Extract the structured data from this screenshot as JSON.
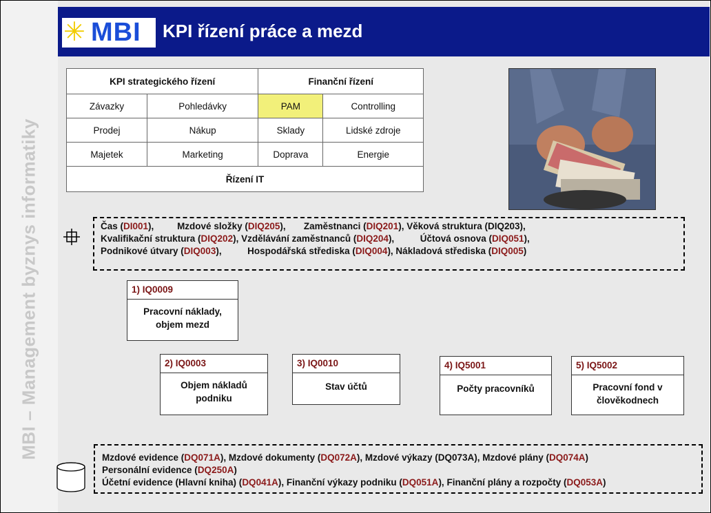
{
  "sidebar_text": "MBI – Management byznys informatiky",
  "header": {
    "logo_text": "MBI",
    "title": "KPI řízení práce a mezd"
  },
  "kpi_table": {
    "strategic": "KPI strategického řízení",
    "financial": "Finanční řízení",
    "row2": [
      "Závazky",
      "Pohledávky",
      "PAM",
      "Controlling"
    ],
    "row3": [
      "Prodej",
      "Nákup",
      "Sklady",
      "Lidské zdroje"
    ],
    "row4": [
      "Majetek",
      "Marketing",
      "Doprava",
      "Energie"
    ],
    "it": "Řízení IT"
  },
  "dimensions": {
    "line1": [
      {
        "text": "Čas (",
        "code": "DI001",
        "after": "),"
      },
      {
        "text": "Mzdové složky (",
        "code": "DIQ205",
        "after": "),"
      },
      {
        "text": "Zaměstnanci (",
        "code": "DIQ201",
        "after": "), Věková struktura (DIQ203),"
      }
    ],
    "line2": [
      {
        "text": "Kvalifikační struktura (",
        "code": "DIQ202",
        "after": "),"
      },
      {
        "text": "Vzdělávání zaměstnanců (",
        "code": "DIQ204",
        "after": "),"
      },
      {
        "text": "Účtová osnova (",
        "code": "DIQ051",
        "after": "),"
      }
    ],
    "line3": [
      {
        "text": "Podnikové útvary (",
        "code": "DIQ003",
        "after": "),"
      },
      {
        "text": "Hospodářská střediska (",
        "code": "DIQ004",
        "after": "), Nákladová střediska ("
      },
      {
        "text": "",
        "code": "DIQ005",
        "after": ")"
      }
    ]
  },
  "indicators": [
    {
      "id": "1) IQ0009",
      "body": "Pracovní náklady, objem mezd"
    },
    {
      "id": "2) IQ0003",
      "body": "Objem nákladů podniku"
    },
    {
      "id": "3) IQ0010",
      "body": "Stav účtů"
    },
    {
      "id": "4) IQ5001",
      "body": "Počty pracovníků"
    },
    {
      "id": "5) IQ5002",
      "body": "Pracovní fond v člověkodnech"
    }
  ],
  "sources": {
    "line1": [
      {
        "text": "Mzdové evidence (",
        "code": "DQ071A",
        "after": "),"
      },
      {
        "text": "Mzdové dokumenty (",
        "code": "DQ072A",
        "after": "),"
      },
      {
        "text": "Mzdové výkazy (DQ073A), Mzdové plány (",
        "code": "DQ074A",
        "after": ")"
      }
    ],
    "line2": [
      {
        "text": "Personální evidence (",
        "code": "DQ250A",
        "after": ")"
      }
    ],
    "line3": [
      {
        "text": "Účetní evidence (Hlavní kniha) (",
        "code": "DQ041A",
        "after": "),"
      },
      {
        "text": "Finanční výkazy podniku (",
        "code": "DQ051A",
        "after": "),"
      },
      {
        "text": "Finanční plány a rozpočty (",
        "code": "DQ053A",
        "after": ")"
      }
    ]
  },
  "colors": {
    "header_bg": "#0b1a8a",
    "highlight": "#f2f07a",
    "code": "#8b1a1a"
  }
}
